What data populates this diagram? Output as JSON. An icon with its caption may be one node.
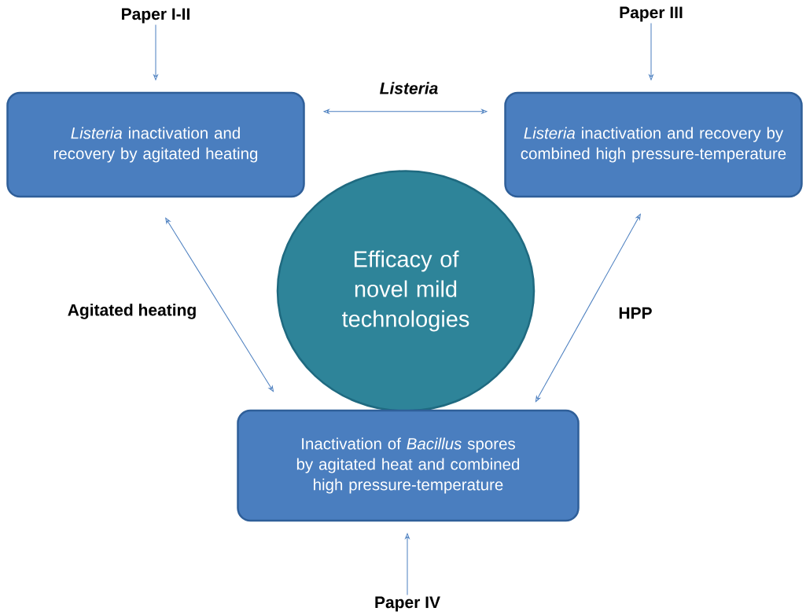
{
  "diagram": {
    "nodes": [
      {
        "text": [
          "Paper I-II"
        ]
      },
      {
        "text": [
          "*Listeria* inactivation and recovery by agitated heating"
        ]
      },
      {
        "text": [
          "Paper III"
        ]
      },
      {
        "text": [
          "*Listeria* inactivation and recovery by combined high pressure-temperature"
        ]
      },
      {
        "text": [
          "Efficacy of novel mild technologies"
        ]
      },
      {
        "text": [
          "Inactivation of *Bacillus* spores by agitated heat and combined high pressure-temperature"
        ]
      },
      {
        "text": [
          "Paper IV"
        ]
      }
    ],
    "edges": [
      {
        "from": 0,
        "to": 1,
        "arrow": "to"
      },
      {
        "from": 2,
        "to": 3,
        "arrow": "to"
      },
      {
        "from": 6,
        "to": 5,
        "arrow": "to"
      },
      {
        "from": 1,
        "to": 3,
        "arrow": "both",
        "label": "Listeria"
      },
      {
        "from": 1,
        "to": 5,
        "arrow": "both",
        "label": "Agitated heating"
      },
      {
        "from": 3,
        "to": 5,
        "arrow": "both",
        "label": "HPP"
      }
    ]
  }
}
